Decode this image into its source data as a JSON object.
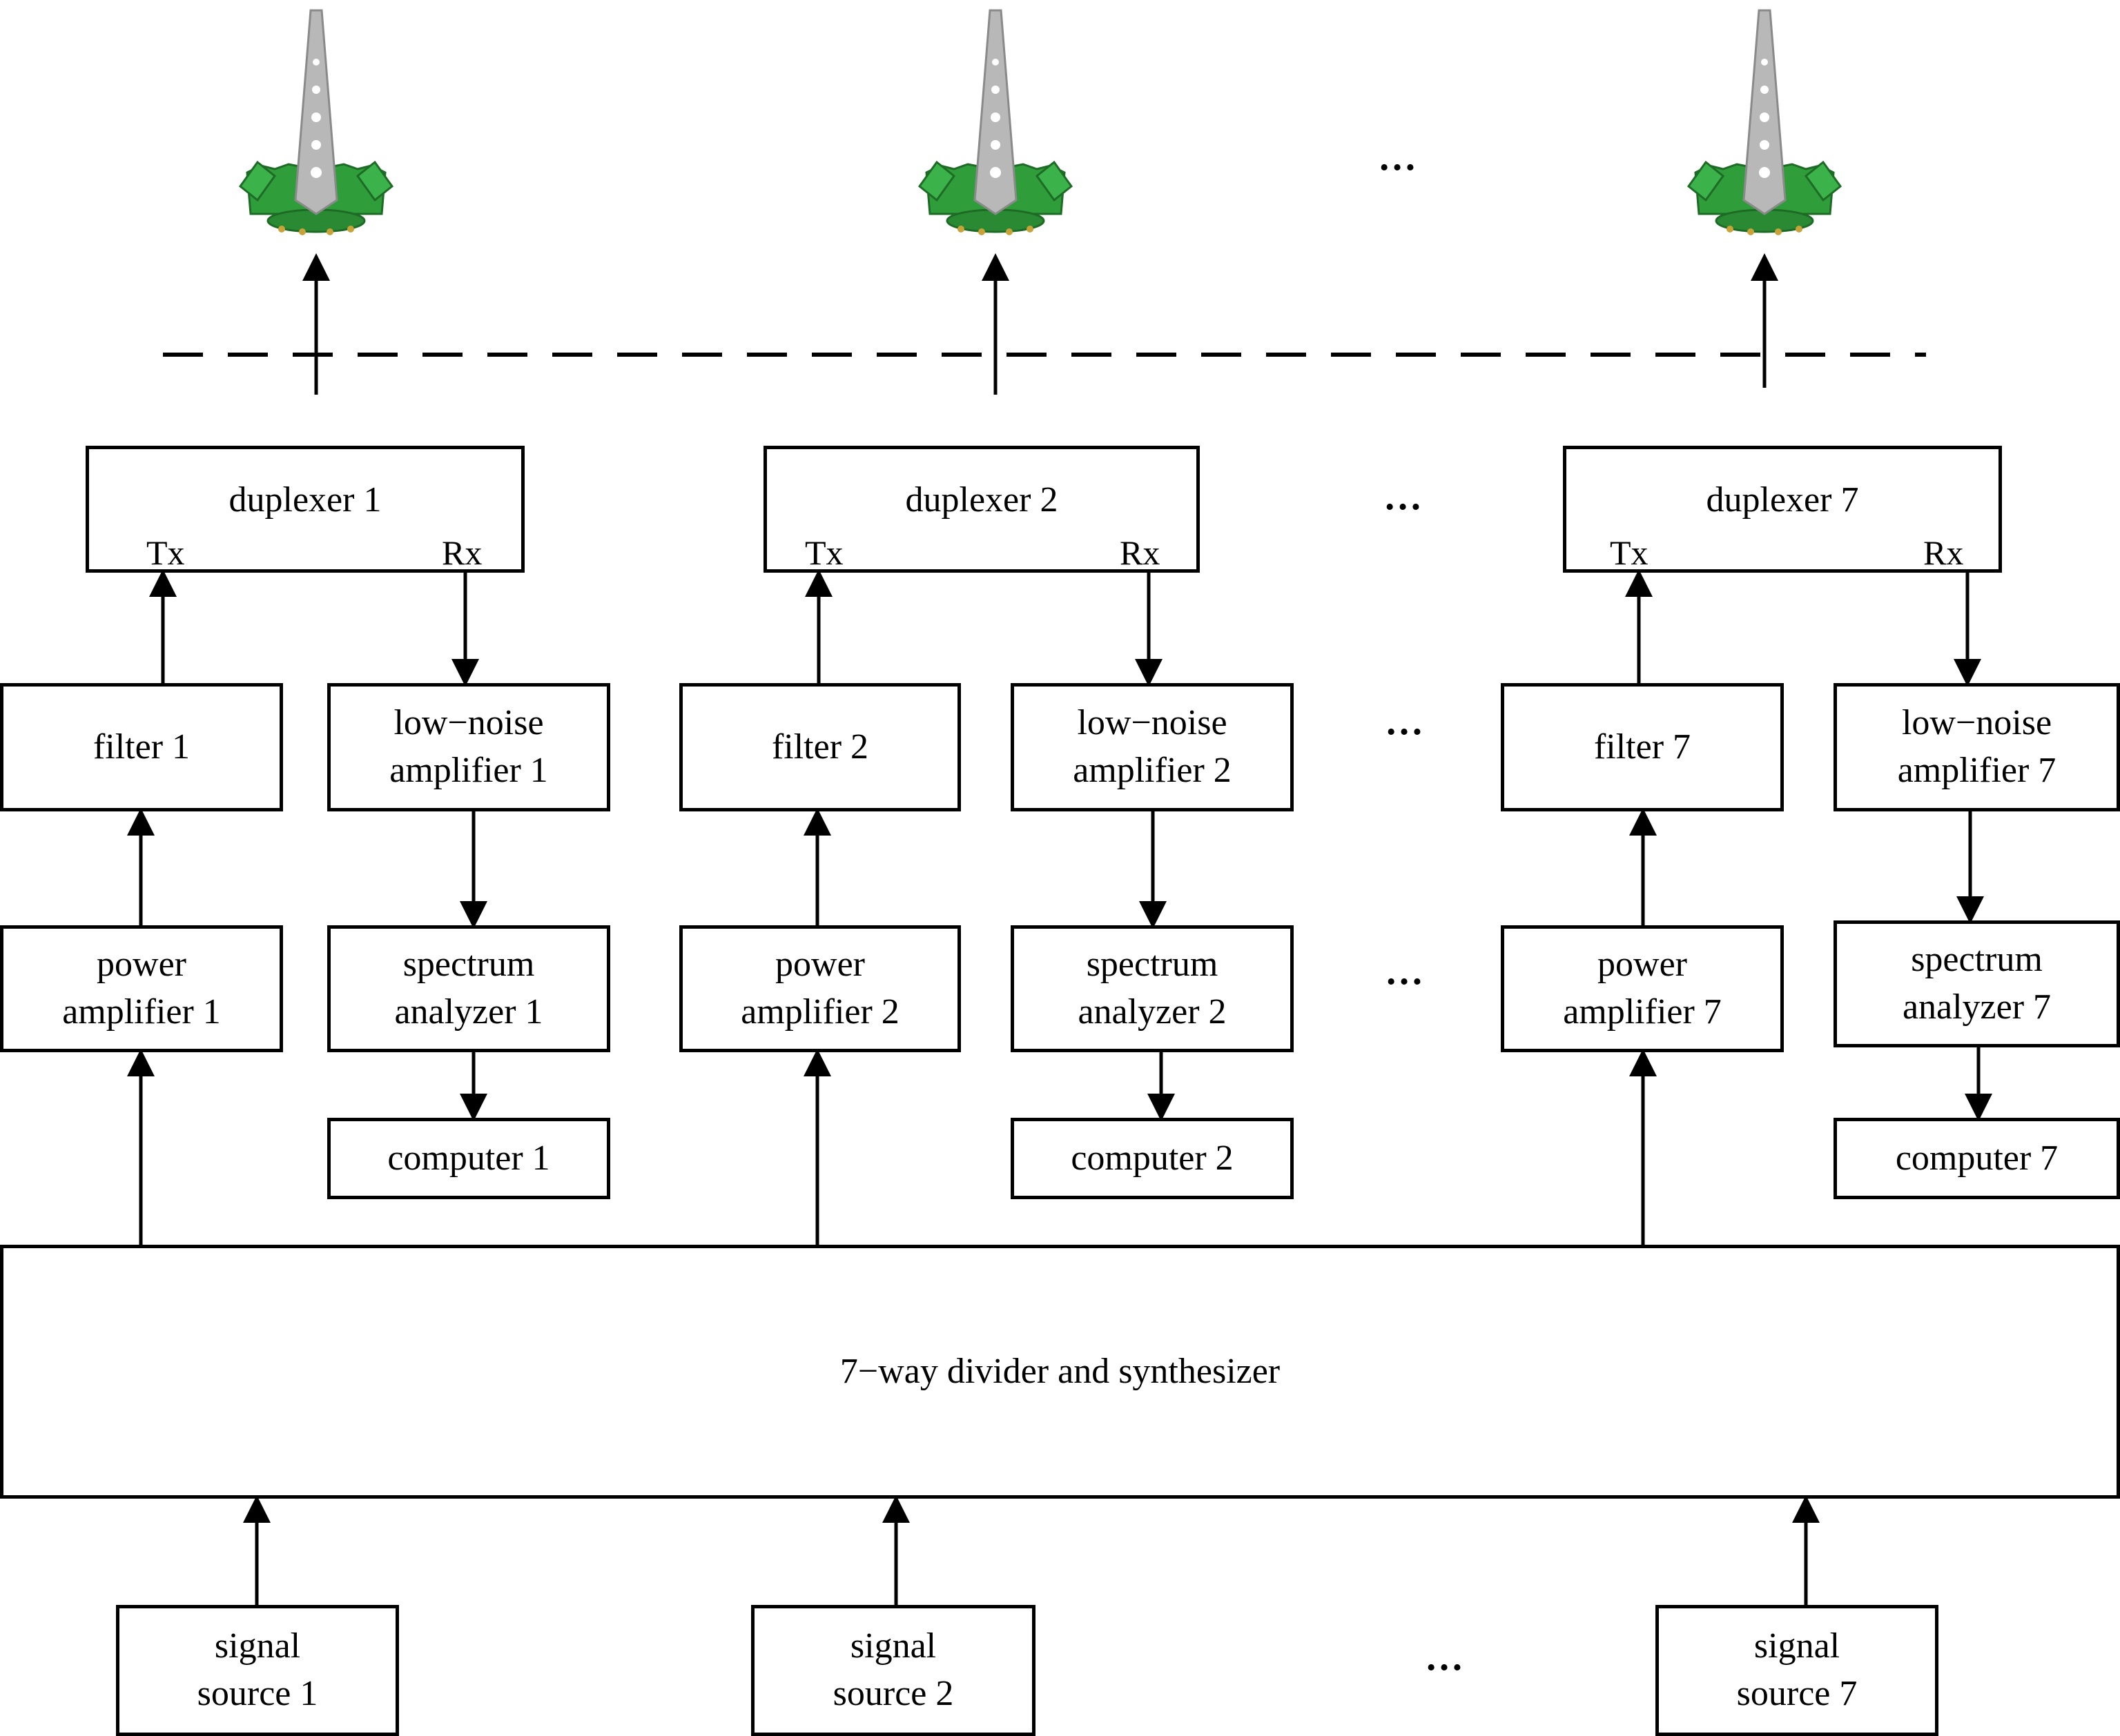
{
  "colors": {
    "line": "#000000",
    "antenna_base": "#2f9e3a",
    "antenna_spike": "#b8b8b8"
  },
  "antennas": [
    {
      "icon": "antenna-icon"
    },
    {
      "icon": "antenna-icon"
    },
    {
      "icon": "antenna-icon"
    }
  ],
  "channels": [
    {
      "duplexer": "duplexer 1",
      "tx": "Tx",
      "rx": "Rx",
      "filter": "filter 1",
      "lna": "low−noise\namplifier 1",
      "power_amplifier": "power\namplifier 1",
      "spectrum_analyzer": "spectrum\nanalyzer 1",
      "computer": "computer 1"
    },
    {
      "duplexer": "duplexer 2",
      "tx": "Tx",
      "rx": "Rx",
      "filter": "filter 2",
      "lna": "low−noise\namplifier 2",
      "power_amplifier": "power\namplifier 2",
      "spectrum_analyzer": "spectrum\nanalyzer 2",
      "computer": "computer 2"
    },
    {
      "duplexer": "duplexer 7",
      "tx": "Tx",
      "rx": "Rx",
      "filter": "filter 7",
      "lna": "low−noise\namplifier 7",
      "power_amplifier": "power\namplifier 7",
      "spectrum_analyzer": "spectrum\nanalyzer 7",
      "computer": "computer 7"
    }
  ],
  "divider": "7−way divider and synthesizer",
  "signal_sources": [
    "signal\nsource 1",
    "signal\nsource 2",
    "signal\nsource 7"
  ],
  "ellipsis": "…"
}
